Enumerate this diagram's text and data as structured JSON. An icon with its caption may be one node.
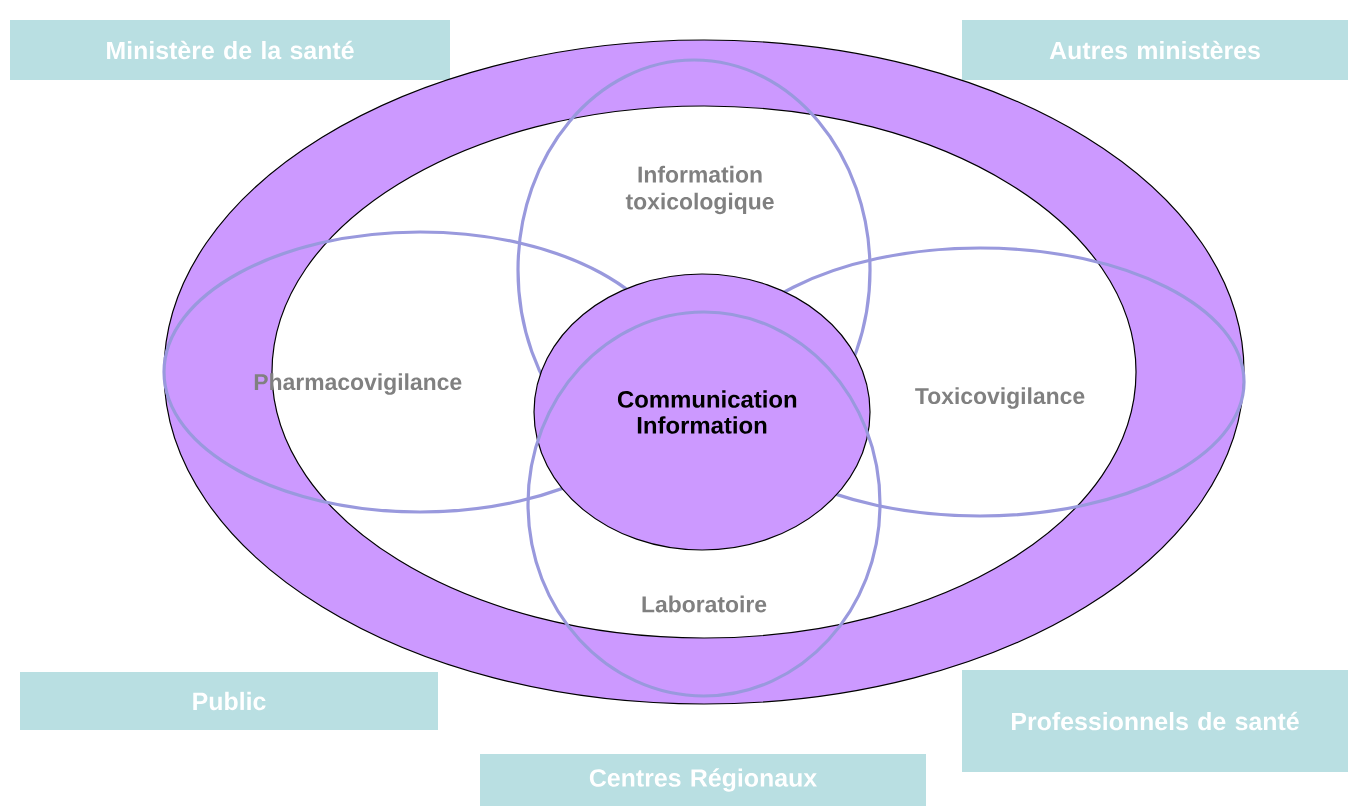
{
  "diagram": {
    "nodes": [
      {
        "text": [
          "Ministère de la santé"
        ]
      },
      {
        "text": [
          "Autres ministères"
        ]
      },
      {
        "text": [],
        "shape": "ring"
      },
      {
        "text": [
          "Information toxicologique"
        ],
        "in": 2
      },
      {
        "text": [
          "Pharmacovigilance"
        ],
        "in": 2
      },
      {
        "text": [
          "Toxicovigilance"
        ],
        "in": 2
      },
      {
        "text": [
          "Communication Information"
        ],
        "in": 2
      },
      {
        "text": [
          "Laboratoire"
        ],
        "in": 2
      },
      {
        "text": [
          "Public"
        ]
      },
      {
        "text": [
          "Professionnels de santé"
        ]
      },
      {
        "text": [
          "Centres Régionaux"
        ]
      }
    ]
  }
}
